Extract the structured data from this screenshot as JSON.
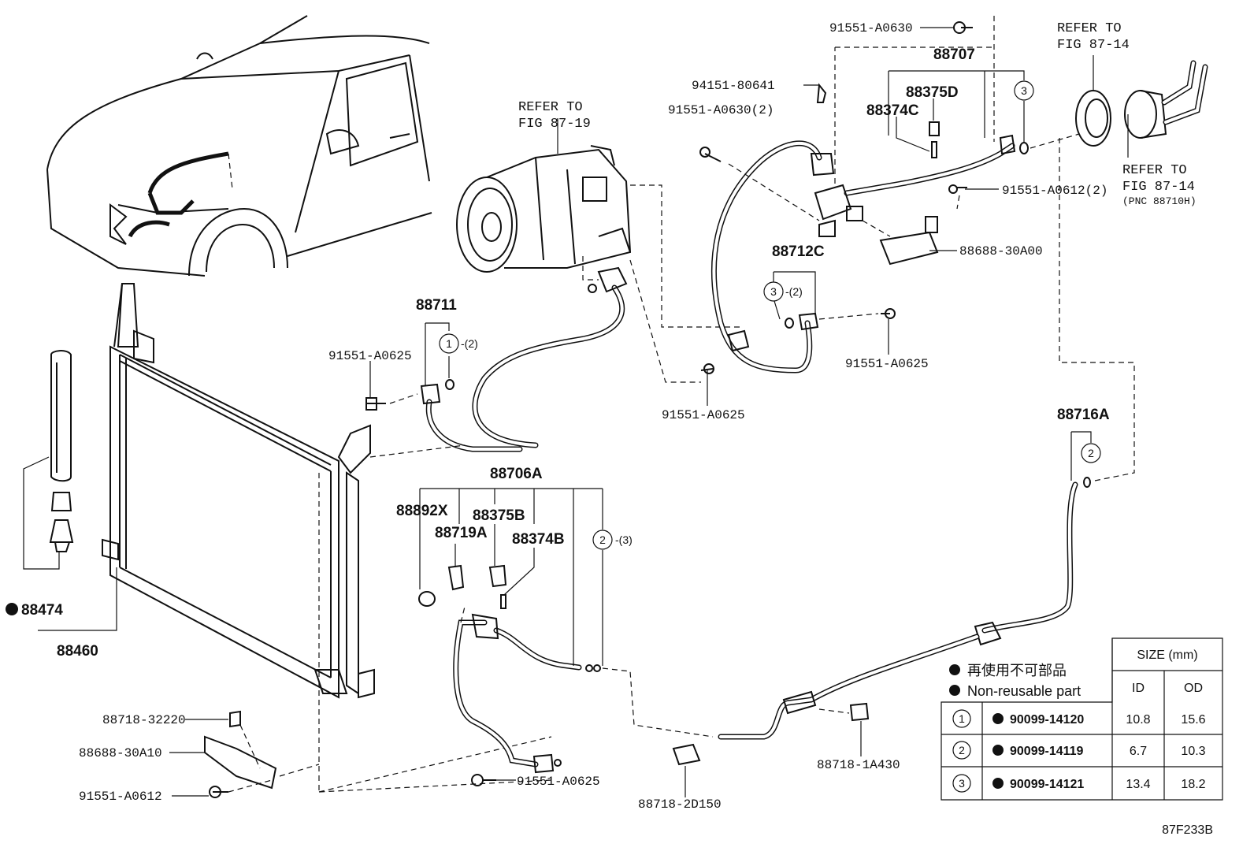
{
  "diagram_id": "87F233B",
  "labels": {
    "p91551_A0630_top": "91551-A0630",
    "p88707": "88707",
    "refer_top_1": "REFER TO",
    "refer_top_2": "FIG 87-14",
    "p94151": "94151-80641",
    "p88375D": "88375D",
    "p88374C": "88374C",
    "p91551_A0630_2": "91551-A0630(2)",
    "refer_comp_1": "REFER TO",
    "refer_comp_2": "FIG 87-19",
    "refer_right_1": "REFER TO",
    "refer_right_2": "FIG 87-14",
    "refer_right_3": "(PNC 88710H)",
    "p91551_A0612_2": "91551-A0612(2)",
    "p88688_30A00": "88688-30A00",
    "p88712C": "88712C",
    "qty_88712C": "-(2)",
    "p88711": "88711",
    "qty_88711": "-(2)",
    "p91551_A0625_a": "91551-A0625",
    "p91551_A0625_b": "91551-A0625",
    "p91551_A0625_c": "91551-A0625",
    "p88716A": "88716A",
    "p88706A": "88706A",
    "p88892X": "88892X",
    "p88375B": "88375B",
    "p88719A": "88719A",
    "p88374B": "88374B",
    "qty_88706A": "-(3)",
    "p88474": "88474",
    "p88460": "88460",
    "p88718_32220": "88718-32220",
    "p88688_30A10": "88688-30A10",
    "p91551_A0612": "91551-A0612",
    "p91551_A0625_d": "91551-A0625",
    "p88718_2D150": "88718-2D150",
    "p88718_1A430": "88718-1A430"
  },
  "circle_refs": {
    "c3_top": "3",
    "c3_mid": "3",
    "c1": "1",
    "c2_left": "2",
    "c2_right": "2"
  },
  "legend": {
    "line1": "再使用不可部品",
    "line2": "Non-reusable part"
  },
  "table": {
    "size_header": "SIZE (mm)",
    "id_header": "ID",
    "od_header": "OD",
    "rows": [
      {
        "ref": "1",
        "part": "90099-14120",
        "id": "10.8",
        "od": "15.6"
      },
      {
        "ref": "2",
        "part": "90099-14119",
        "id": "6.7",
        "od": "10.3"
      },
      {
        "ref": "3",
        "part": "90099-14121",
        "id": "13.4",
        "od": "18.2"
      }
    ]
  }
}
